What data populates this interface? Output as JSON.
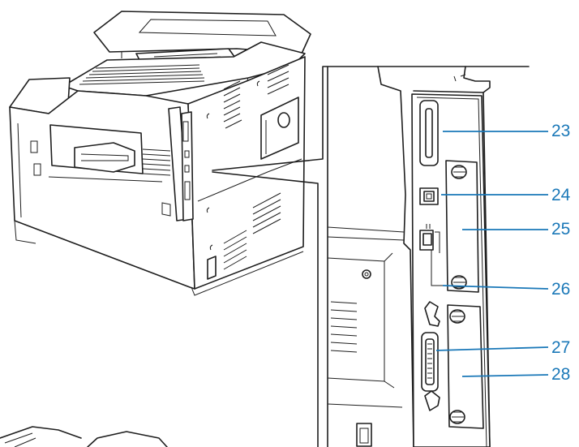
{
  "callouts": [
    {
      "id": "23",
      "label": "23"
    },
    {
      "id": "24",
      "label": "24"
    },
    {
      "id": "25",
      "label": "25"
    },
    {
      "id": "26",
      "label": "26"
    },
    {
      "id": "27",
      "label": "27"
    },
    {
      "id": "28",
      "label": "28"
    }
  ],
  "colors": {
    "callout": "#1a78b8",
    "lineart": "#1e1e1e",
    "background": "#ffffff"
  }
}
